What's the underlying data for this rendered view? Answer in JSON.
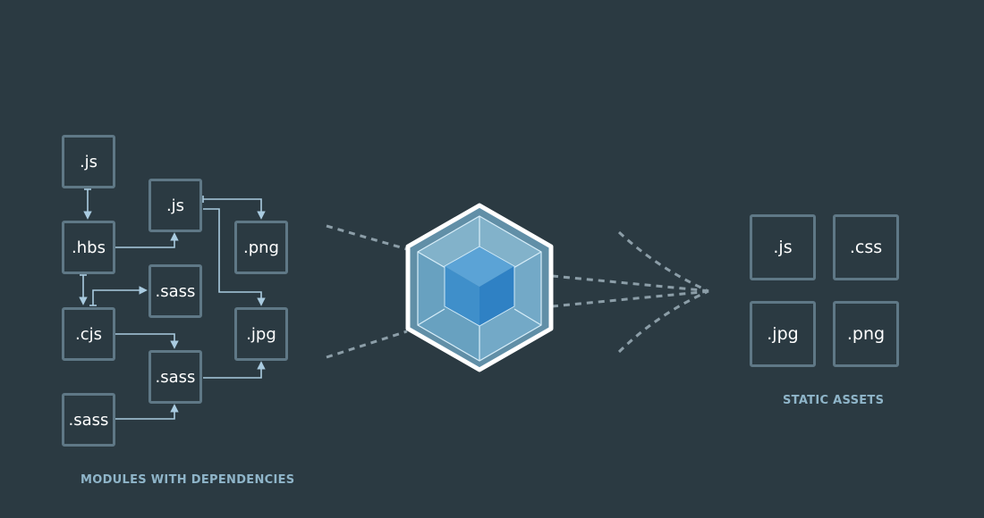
{
  "modules": {
    "caption": "MODULES WITH DEPENDENCIES",
    "js_top": ".js",
    "hbs": ".hbs",
    "js_mid": ".js",
    "png": ".png",
    "sass_a": ".sass",
    "cjs": ".cjs",
    "jpg": ".jpg",
    "sass_b": ".sass",
    "sass_c": ".sass"
  },
  "assets": {
    "caption": "STATIC ASSETS",
    "items": [
      ".js",
      ".css",
      ".jpg",
      ".png"
    ]
  },
  "colors": {
    "background": "#2b3a42",
    "box_border": "#5f7886",
    "connector": "#a9cbe0",
    "caption": "#8fb5c9",
    "cube_outer": "#8ed6fb",
    "cube_inner": "#1c78c0"
  },
  "icons": {
    "center": "webpack-cube-icon"
  }
}
